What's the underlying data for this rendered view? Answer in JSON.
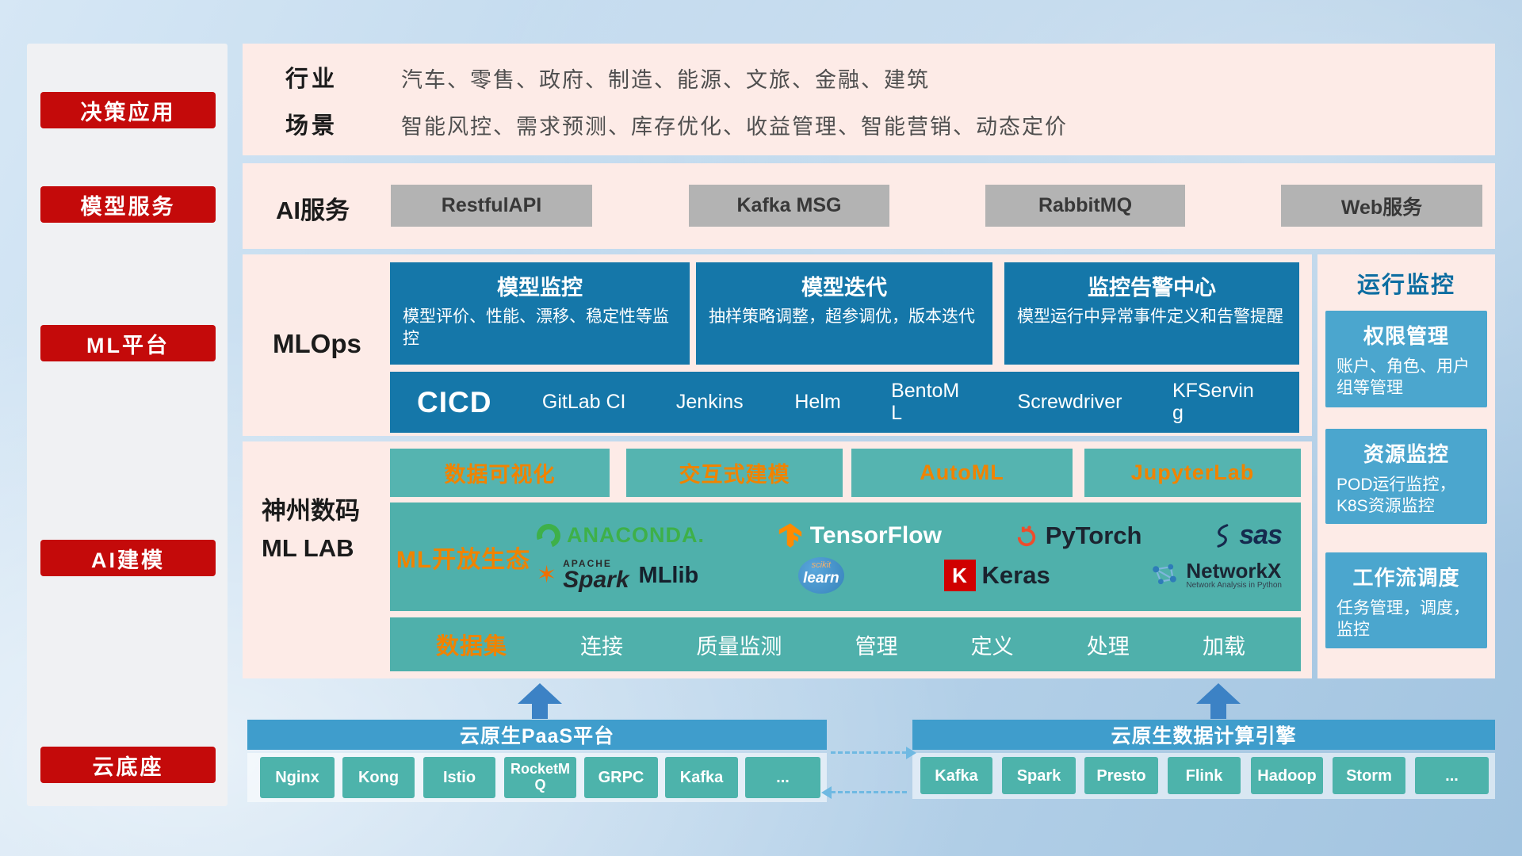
{
  "colors": {
    "red": "#c40a0a",
    "deep_blue": "#1577a9",
    "teal": "#4fb0ab",
    "orange": "#f08300",
    "bar_blue": "#3f9dcc",
    "monitor_card_blue": "#4ba6ce"
  },
  "sidebar": {
    "items": [
      "决策应用",
      "模型服务",
      "ML平台",
      "AI建模",
      "云底座"
    ]
  },
  "application": {
    "row1_label": "行业",
    "row1_text": "汽车、零售、政府、制造、能源、文旅、金融、建筑",
    "row2_label": "场景",
    "row2_text": "智能风控、需求预测、库存优化、收益管理、智能营销、动态定价"
  },
  "ai_service": {
    "label": "AI服务",
    "items": [
      "RestfulAPI",
      "Kafka MSG",
      "RabbitMQ",
      "Web服务"
    ]
  },
  "mlops": {
    "label": "MLOps",
    "cards": [
      {
        "title": "模型监控",
        "desc": "模型评价、性能、漂移、稳定性等监控"
      },
      {
        "title": "模型迭代",
        "desc": "抽样策略调整，超参调优，版本迭代"
      },
      {
        "title": "监控告警中心",
        "desc": "模型运行中异常事件定义和告警提醒"
      }
    ],
    "cicd_label": "CICD",
    "cicd_items": [
      "GitLab CI",
      "Jenkins",
      "Helm",
      "BentoML",
      "Screwdriver",
      "KFServing"
    ]
  },
  "mllab": {
    "label_line1": "神州数码",
    "label_line2": "ML LAB",
    "tools": [
      "数据可视化",
      "交互式建模",
      "AutoML",
      "JupyterLab"
    ],
    "eco_label": "ML开放生态",
    "logos": {
      "anaconda": "ANACONDA.",
      "tensorflow": "TensorFlow",
      "pytorch": "PyTorch",
      "sas": "sas",
      "apache": "APACHE",
      "spark": "Spark",
      "mllib": "MLlib",
      "scikit_top": "scikit",
      "scikit": "learn",
      "keras_k": "K",
      "keras": "Keras",
      "networkx": "NetworkX",
      "networkx_sub": "Network Analysis in Python"
    },
    "dataset_label": "数据集",
    "dataset_items": [
      "连接",
      "质量监测",
      "管理",
      "定义",
      "处理",
      "加载"
    ]
  },
  "monitoring": {
    "title": "运行监控",
    "cards": [
      {
        "title": "权限管理",
        "desc": "账户、角色、用户组等管理"
      },
      {
        "title": "资源监控",
        "desc": "POD运行监控，K8S资源监控"
      },
      {
        "title": "工作流调度",
        "desc": "任务管理，调度，监控"
      }
    ]
  },
  "foundation": {
    "paas_title": "云原生PaaS平台",
    "paas_items": [
      "Nginx",
      "Kong",
      "Istio",
      "RocketMQ",
      "GRPC",
      "Kafka",
      "..."
    ],
    "engine_title": "云原生数据计算引擎",
    "engine_items": [
      "Kafka",
      "Spark",
      "Presto",
      "Flink",
      "Hadoop",
      "Storm",
      "..."
    ]
  }
}
